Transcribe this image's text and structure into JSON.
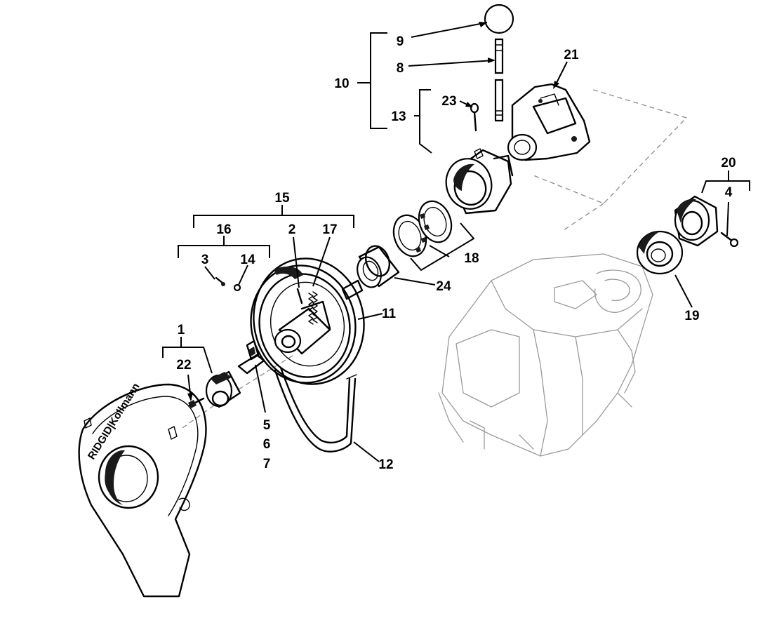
{
  "diagram": {
    "brand_text": "RIDGID|Kollmann",
    "callouts": {
      "c1": "1",
      "c2": "2",
      "c3": "3",
      "c4": "4",
      "c5": "5",
      "c6": "6",
      "c7": "7",
      "c8": "8",
      "c9": "9",
      "c10": "10",
      "c11": "11",
      "c12": "12",
      "c13": "13",
      "c14": "14",
      "c15": "15",
      "c16": "16",
      "c17": "17",
      "c18": "18",
      "c19": "19",
      "c20": "20",
      "c21": "21",
      "c22": "22",
      "c23": "23",
      "c24": "24"
    }
  }
}
